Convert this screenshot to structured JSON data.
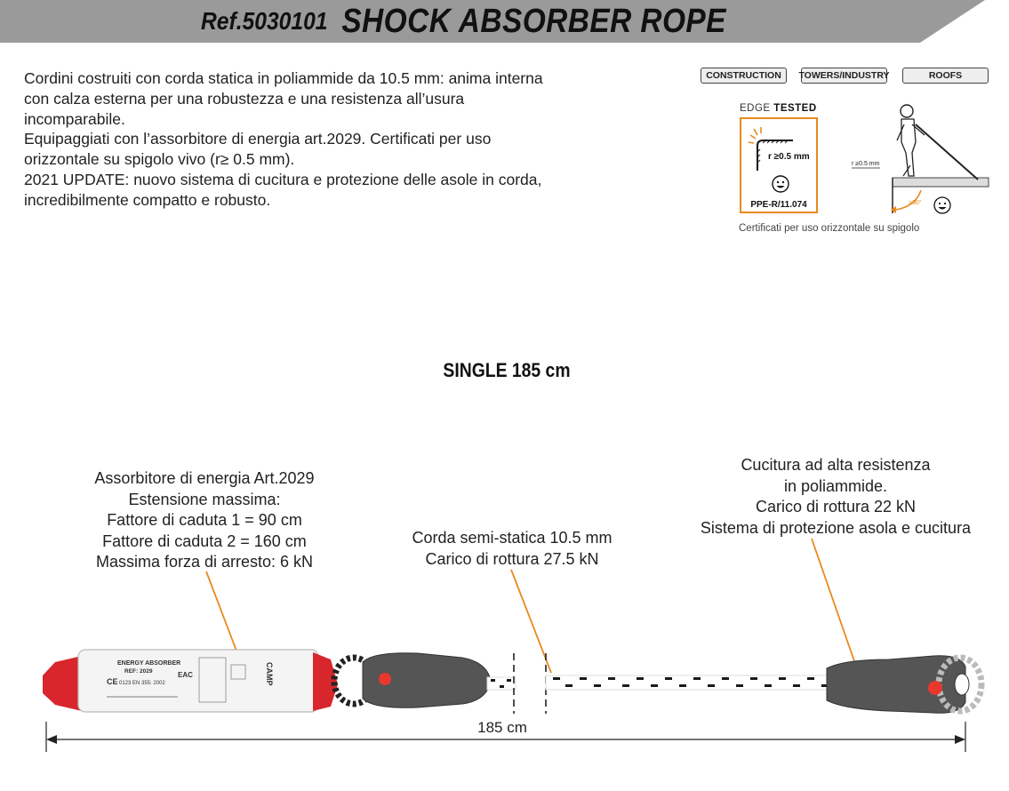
{
  "header": {
    "ref": "Ref.5030101",
    "product_name": "SHOCK ABSORBER ROPE"
  },
  "description": [
    "Cordini costruiti con corda statica in poliammide da 10.5 mm: anima interna con calza esterna per una robustezza e una resistenza all’usura incomparabile.",
    "Equipaggiati con l’assorbitore di energia art.2029. Certificati per uso orizzontale su spigolo vivo (r≥ 0.5 mm).",
    "2021 UPDATE: nuovo sistema di cucitura e protezione delle asole in corda, incredibilmente compatto e robusto."
  ],
  "tags": [
    "CONSTRUCTION",
    "TOWERS/INDUSTRY",
    "ROOFS"
  ],
  "edge_tested": {
    "title_prefix": "EDGE",
    "title_bold": "TESTED",
    "radius": "r ≥0.5 mm",
    "standard": "PPE-R/11.074",
    "diagram_radius": "r ≥0.5 mm",
    "diagram_angle": ">90°",
    "caption": "Certificati per uso orizzontale su spigolo"
  },
  "model_label": "SINGLE 185 cm",
  "notes": {
    "absorber": [
      "Assorbitore di energia Art.2029",
      "Estensione massima:",
      "Fattore di caduta 1 = 90 cm",
      "Fattore di caduta 2 = 160 cm",
      "Massima forza di arresto: 6 kN"
    ],
    "rope": [
      "Corda semi-statica 10.5 mm",
      "Carico di rottura 27.5 kN"
    ],
    "stitching": [
      "Cucitura ad alta resistenza",
      "in poliammide.",
      "Carico di rottura 22 kN",
      "Sistema di protezione asola e cucitura"
    ]
  },
  "absorber_label": {
    "line1": "ENERGY ABSORBER",
    "line2": "REF: 2029",
    "line3": "0123   EN 355: 2002",
    "ce": "CE",
    "eac": "EAC",
    "brand": "CAMP"
  },
  "dimension": "185 cm",
  "colors": {
    "banner": "#9a9a9a",
    "accent_orange": "#e98a1e",
    "absorber_red": "#d8262c",
    "rope_pattern": "#1a1a1a"
  }
}
